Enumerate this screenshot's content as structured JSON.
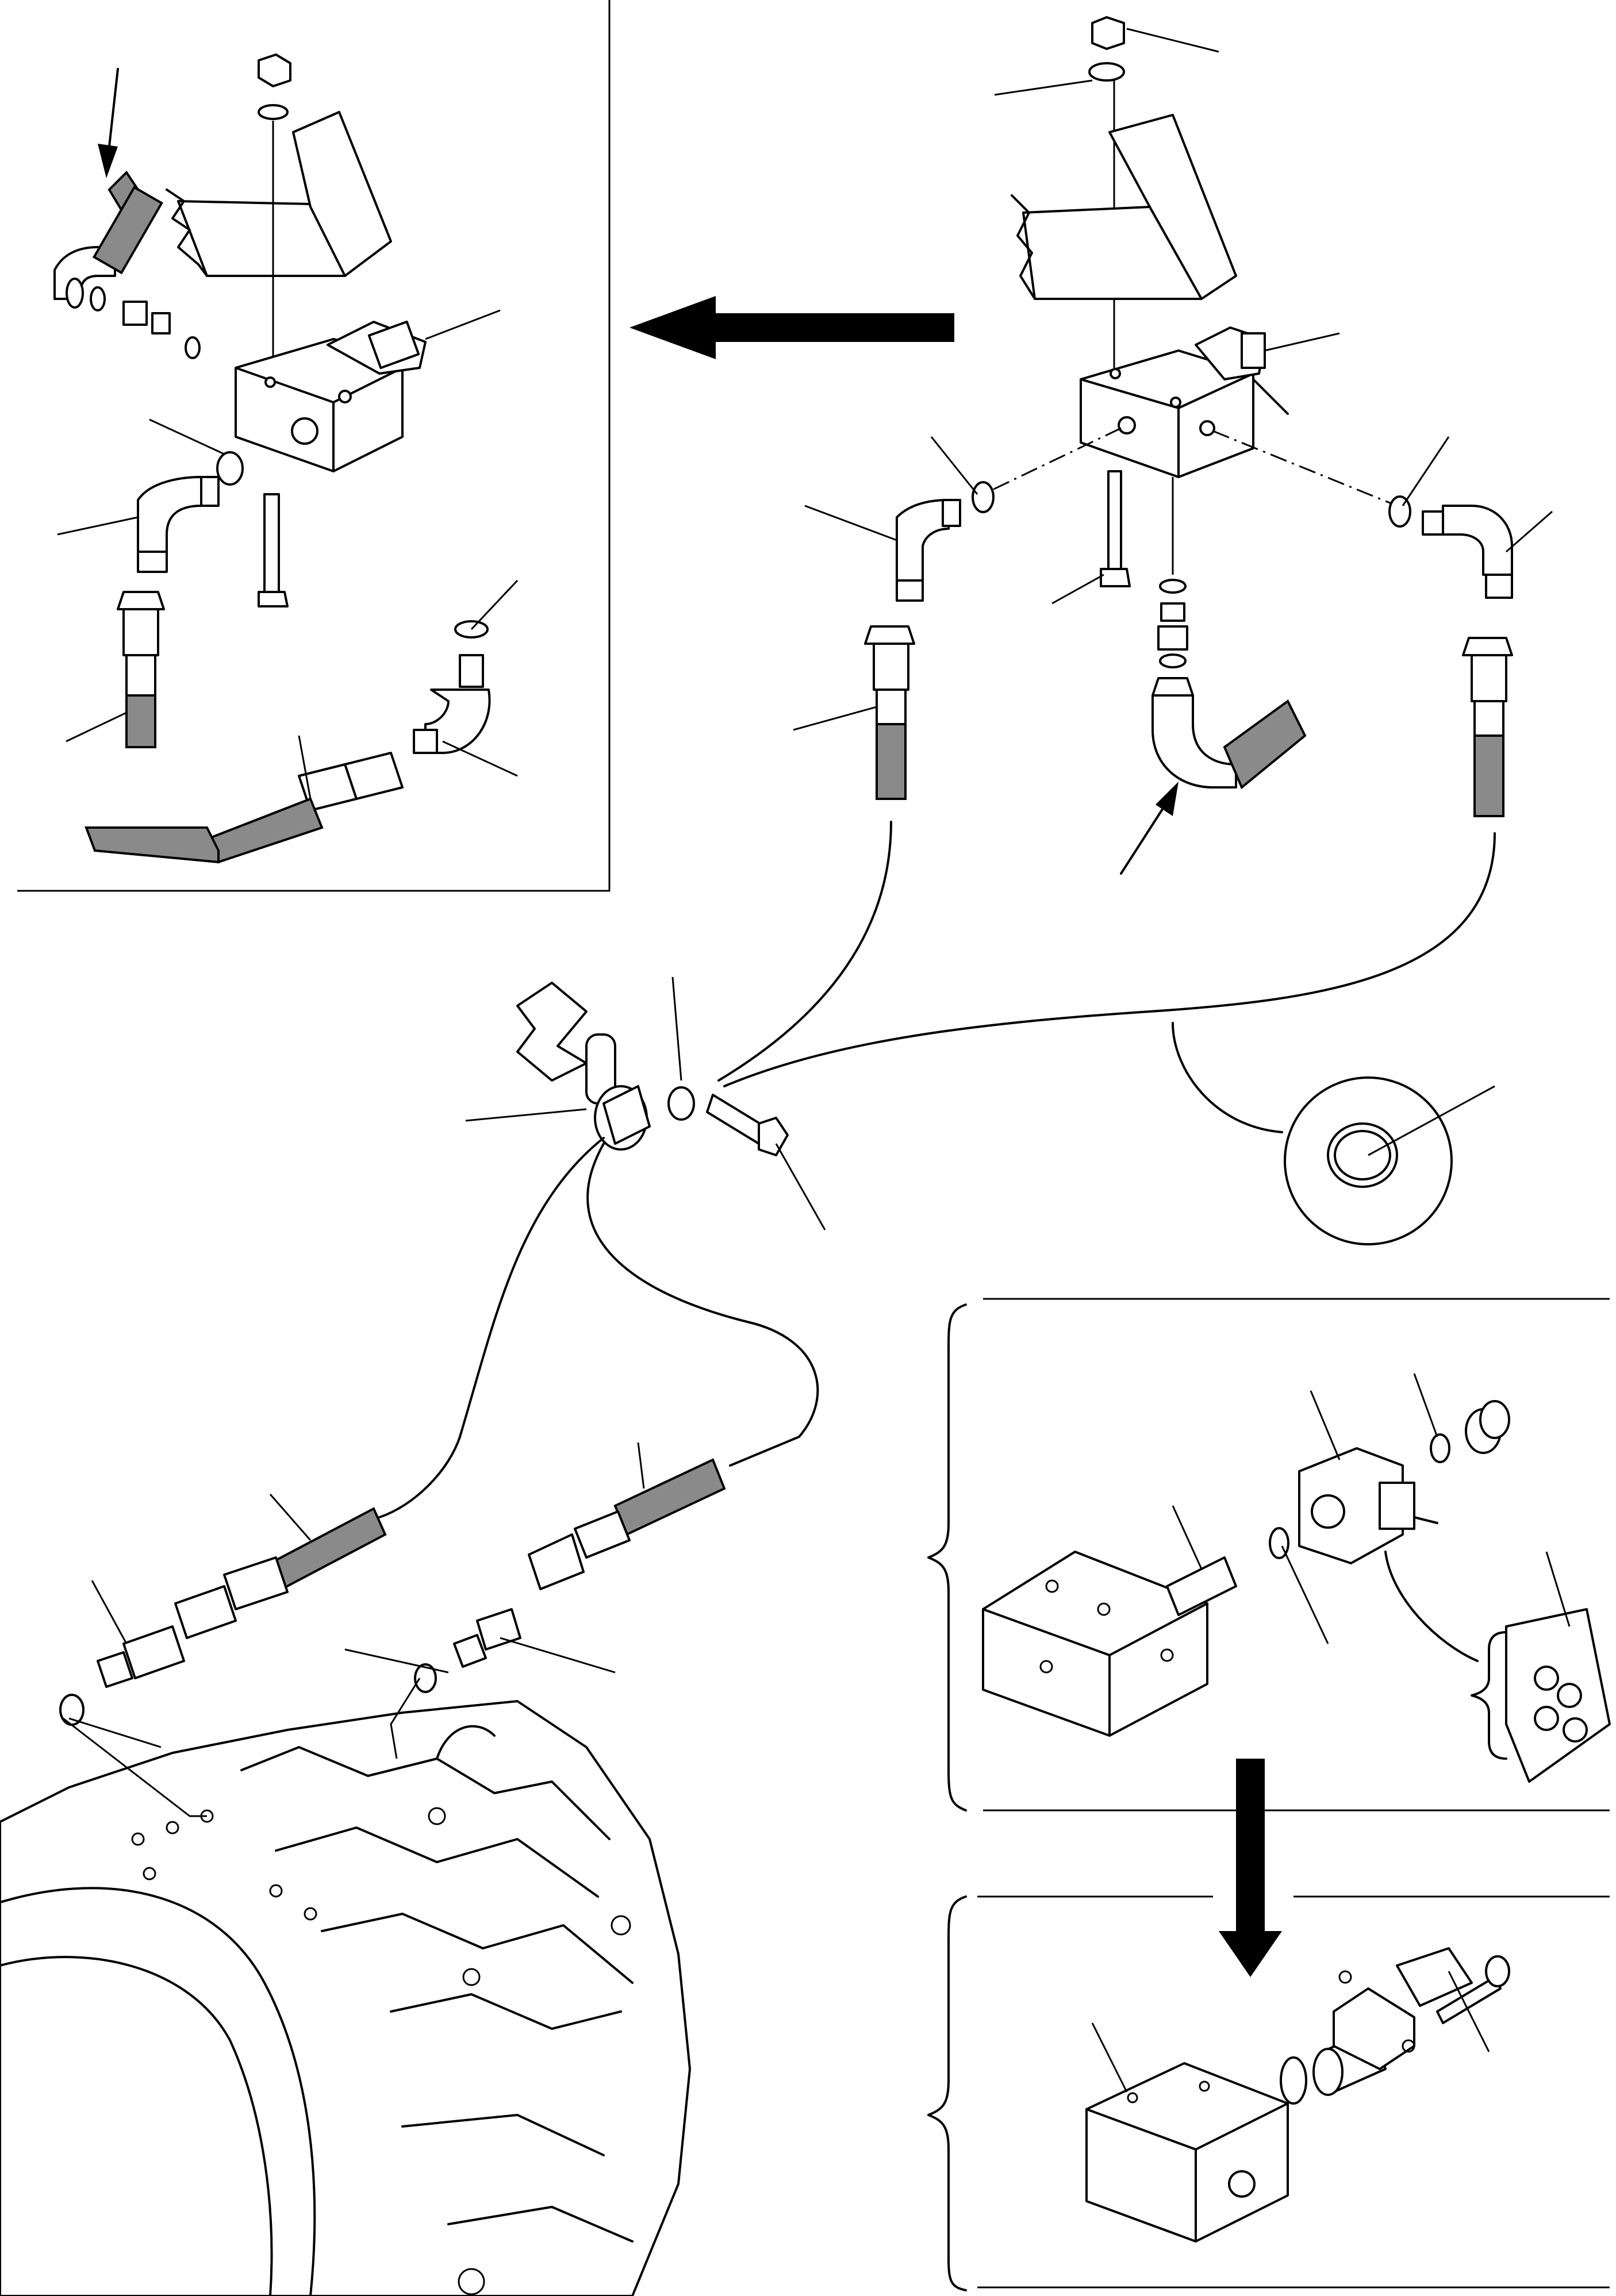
{
  "document": {
    "kind": "exploded parts diagram",
    "text": []
  },
  "colors": {
    "line": "#000000",
    "background": "#ffffff",
    "hose_fill": "#8a8a8a"
  },
  "callouts": [
    {
      "id": "c1"
    },
    {
      "id": "c2"
    },
    {
      "id": "c3"
    },
    {
      "id": "c4"
    },
    {
      "id": "c5"
    },
    {
      "id": "c6"
    },
    {
      "id": "c7"
    },
    {
      "id": "c8"
    },
    {
      "id": "c9"
    },
    {
      "id": "c10"
    },
    {
      "id": "c11"
    },
    {
      "id": "c12"
    },
    {
      "id": "c13"
    },
    {
      "id": "c14"
    },
    {
      "id": "c15"
    },
    {
      "id": "c16"
    },
    {
      "id": "c17"
    },
    {
      "id": "c18"
    },
    {
      "id": "c19"
    },
    {
      "id": "c20"
    },
    {
      "id": "c21"
    },
    {
      "id": "c22"
    },
    {
      "id": "c23"
    },
    {
      "id": "c24"
    },
    {
      "id": "c25"
    },
    {
      "id": "c26"
    },
    {
      "id": "c27"
    },
    {
      "id": "c28"
    },
    {
      "id": "c29"
    },
    {
      "id": "c30"
    },
    {
      "id": "c31"
    },
    {
      "id": "c32"
    },
    {
      "id": "c33"
    },
    {
      "id": "c34"
    },
    {
      "id": "c35"
    }
  ]
}
